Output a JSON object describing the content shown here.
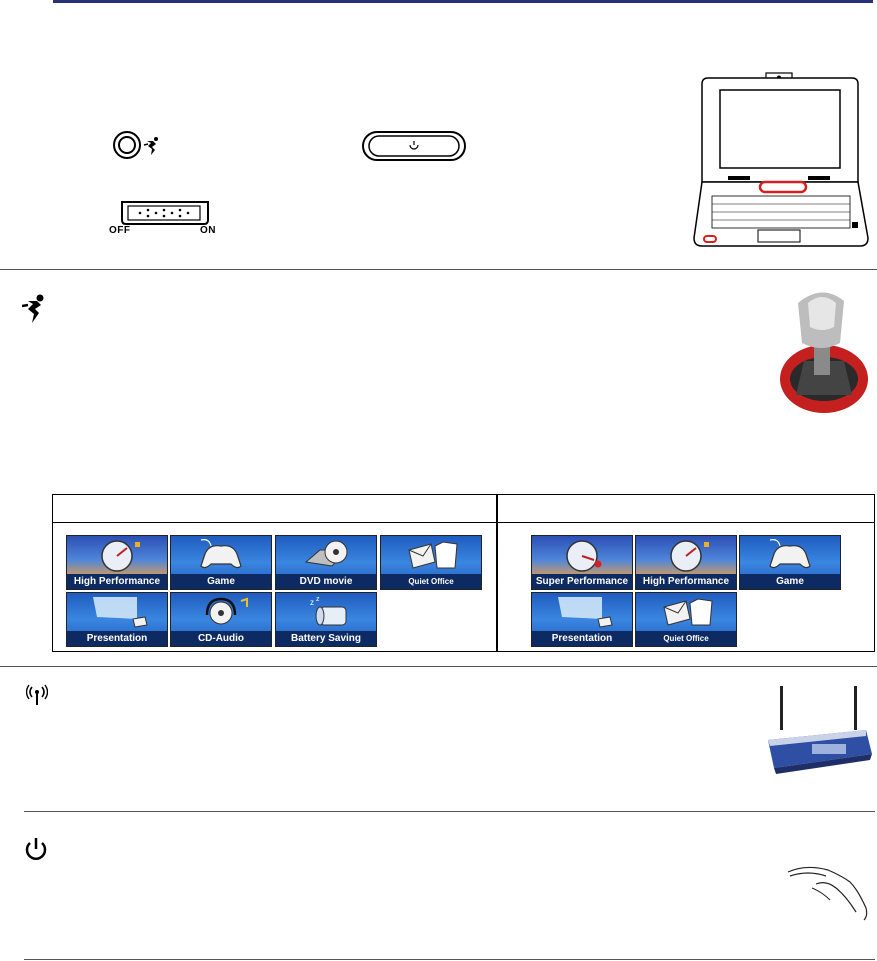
{
  "switch": {
    "off_label": "OFF",
    "on_label": "ON"
  },
  "modes": {
    "left": [
      {
        "label": "High Performance",
        "icon": "speedometer-icon"
      },
      {
        "label": "Game",
        "icon": "gamepad-icon"
      },
      {
        "label": "DVD movie",
        "icon": "dvd-icon"
      },
      {
        "label": "Quiet Office",
        "icon": "mail-folder-icon"
      },
      {
        "label": "Presentation",
        "icon": "projector-icon"
      },
      {
        "label": "CD-Audio",
        "icon": "headphones-cd-icon"
      },
      {
        "label": "Battery Saving",
        "icon": "battery-icon"
      }
    ],
    "right": [
      {
        "label": "Super Performance",
        "icon": "speedometer-icon"
      },
      {
        "label": "High Performance",
        "icon": "speedometer-icon"
      },
      {
        "label": "Game",
        "icon": "gamepad-icon"
      },
      {
        "label": "Presentation",
        "icon": "projector-icon"
      },
      {
        "label": "Quiet Office",
        "icon": "mail-folder-icon"
      }
    ]
  },
  "colors": {
    "accent_rule": "#2a2f7a",
    "tile_blue": "#1f5cbf",
    "tile_bar": "#0d2a63",
    "highlight_red": "#d42020"
  }
}
